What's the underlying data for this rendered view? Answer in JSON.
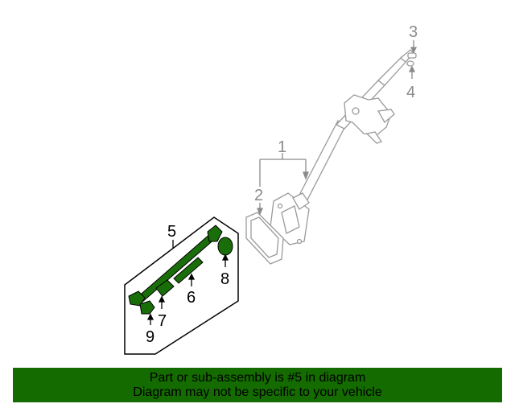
{
  "diagram": {
    "callouts": [
      {
        "number": "1",
        "highlighted": false
      },
      {
        "number": "2",
        "highlighted": false
      },
      {
        "number": "3",
        "highlighted": false
      },
      {
        "number": "4",
        "highlighted": false
      },
      {
        "number": "5",
        "highlighted": true
      },
      {
        "number": "6",
        "highlighted": true
      },
      {
        "number": "7",
        "highlighted": true
      },
      {
        "number": "8",
        "highlighted": true
      },
      {
        "number": "9",
        "highlighted": true
      }
    ],
    "colors": {
      "highlight_part": "#1a6e0a",
      "dim_part_line": "#9a9a9a",
      "dim_label": "#8a8a8a",
      "banner_bg": "#146b00"
    }
  },
  "banner": {
    "line1": "Part or sub-assembly is #5 in diagram",
    "line2": "Diagram may not be specific to your vehicle"
  }
}
